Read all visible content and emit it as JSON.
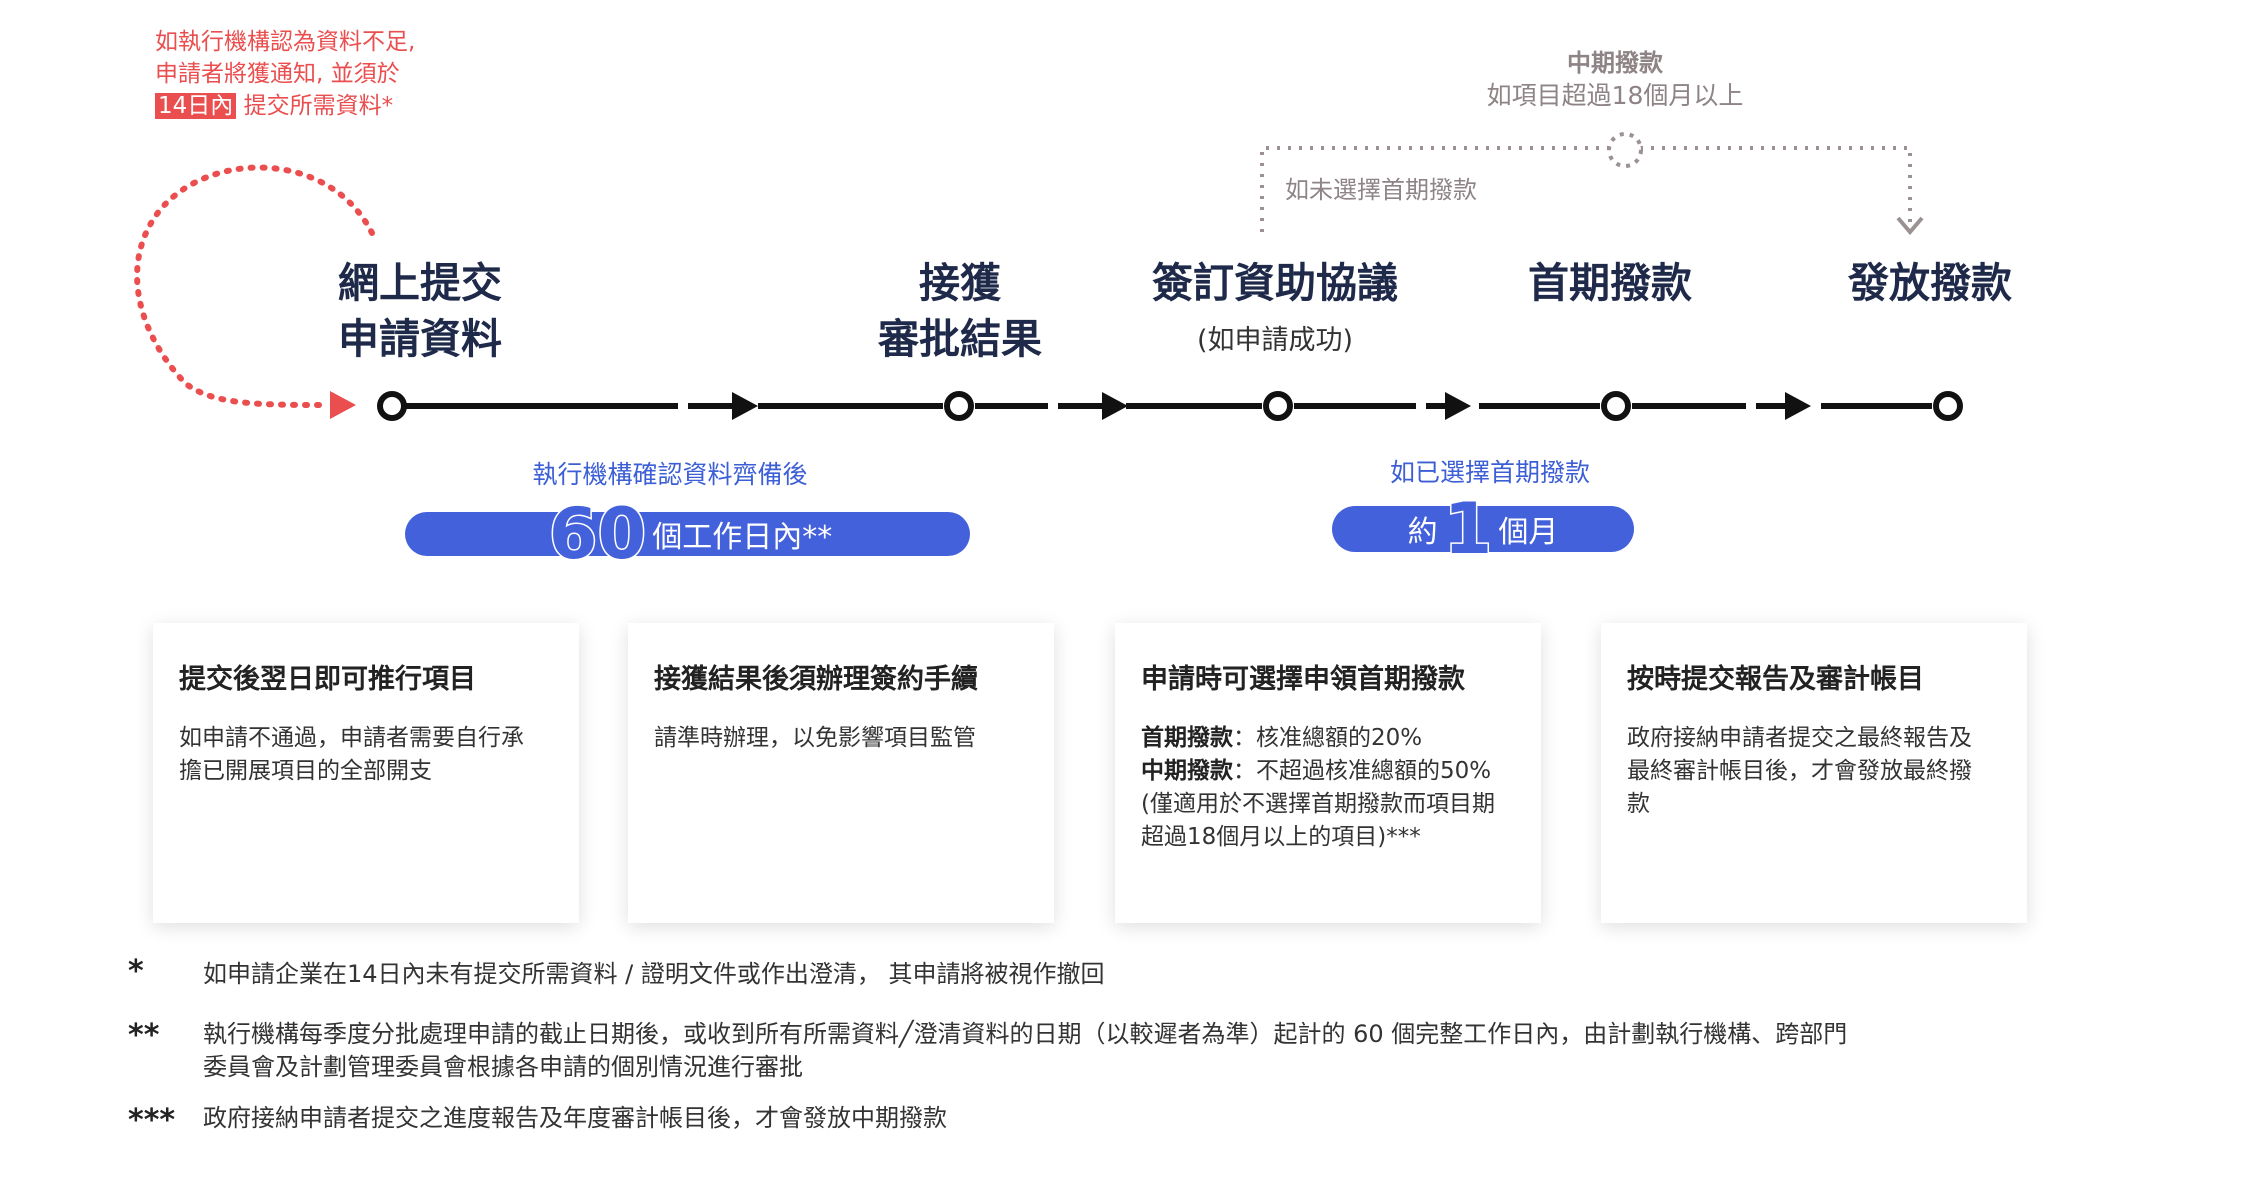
{
  "note_red": {
    "line1": "如執行機構認為資料不足,",
    "line2": "申請者將獲通知, 並須於",
    "highlight": "14日內",
    "line3": "提交所需資料*"
  },
  "mid_payment": {
    "title": "中期撥款",
    "subtitle": "如項目超過18個月以上",
    "path_note": "如未選擇首期撥款"
  },
  "stages": [
    {
      "line1": "網上提交",
      "line2": "申請資料"
    },
    {
      "line1": "接獲",
      "line2": "審批結果"
    },
    {
      "line1": "簽訂資助協議",
      "sub": "(如申請成功)"
    },
    {
      "line1": "首期撥款"
    },
    {
      "line1": "發放撥款"
    }
  ],
  "durations": [
    {
      "note": "執行機構確認資料齊備後",
      "number": "60",
      "unit": "個工作日內**"
    },
    {
      "note": "如已選擇首期撥款",
      "prefix": "約",
      "number": "1",
      "unit": "個月"
    }
  ],
  "cards": [
    {
      "title": "提交後翌日即可推行項目",
      "line1": "如申請不通過，申請者需要自行承",
      "line2": "擔已開展項目的全部開支"
    },
    {
      "title": "接獲結果後須辦理簽約手續",
      "line1": "請準時辦理，以免影響項目監管"
    },
    {
      "title": "申請時可選擇申領首期撥款",
      "first_label": "首期撥款",
      "first_value": "：核准總額的20%",
      "mid_label": "中期撥款",
      "mid_value": "：不超過核准總額的50%",
      "line3": "(僅適用於不選擇首期撥款而項目期",
      "line4": "超過18個月以上的項目)***"
    },
    {
      "title": "按時提交報告及審計帳目",
      "line1": "政府接納申請者提交之最終報告及",
      "line2": "最終審計帳目後，才會發放最終撥",
      "line3": "款"
    }
  ],
  "footnotes": [
    {
      "mark": "*",
      "line1": "如申請企業在14日內未有提交所需資料 / 證明文件或作出澄清， 其申請將被視作撤回"
    },
    {
      "mark": "**",
      "line1": "執行機構每季度分批處理申請的截止日期後，或收到所有所需資料╱澄清資料的日期（以較遲者為準）起計的 60 個完整工作日內，由計劃執行機構、跨部門",
      "line2": "委員會及計劃管理委員會根據各申請的個別情況進行審批"
    },
    {
      "mark": "***",
      "line1": "政府接納申請者提交之進度報告及年度審計帳目後，才會發放中期撥款"
    }
  ],
  "colors": {
    "accent_red": "#ea4e4e",
    "accent_blue": "#4461dc",
    "timeline": "#111111",
    "dotted_gray": "#9b9193",
    "stage_text": "#1f2a4a"
  }
}
